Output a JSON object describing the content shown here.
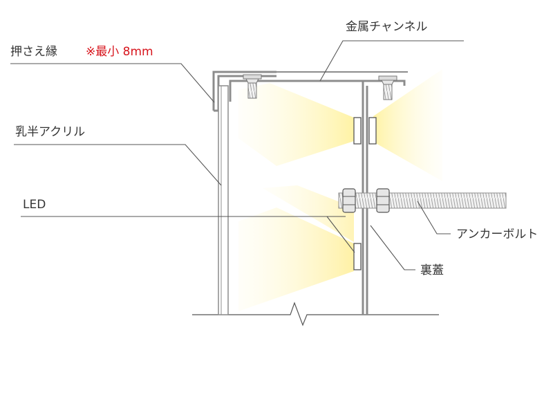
{
  "labels": {
    "holding_edge": "押さえ縁",
    "holding_edge_note": "※最小 8mm",
    "metal_channel": "金属チャンネル",
    "acrylic": "乳半アクリル",
    "led": "LED",
    "anchor_bolt": "アンカーボルト",
    "back_cover": "裏蓋"
  },
  "colors": {
    "line": "#8c8c8c",
    "line_dark": "#555555",
    "text": "#333333",
    "note": "#d7141c",
    "light": "#fff4a8"
  }
}
